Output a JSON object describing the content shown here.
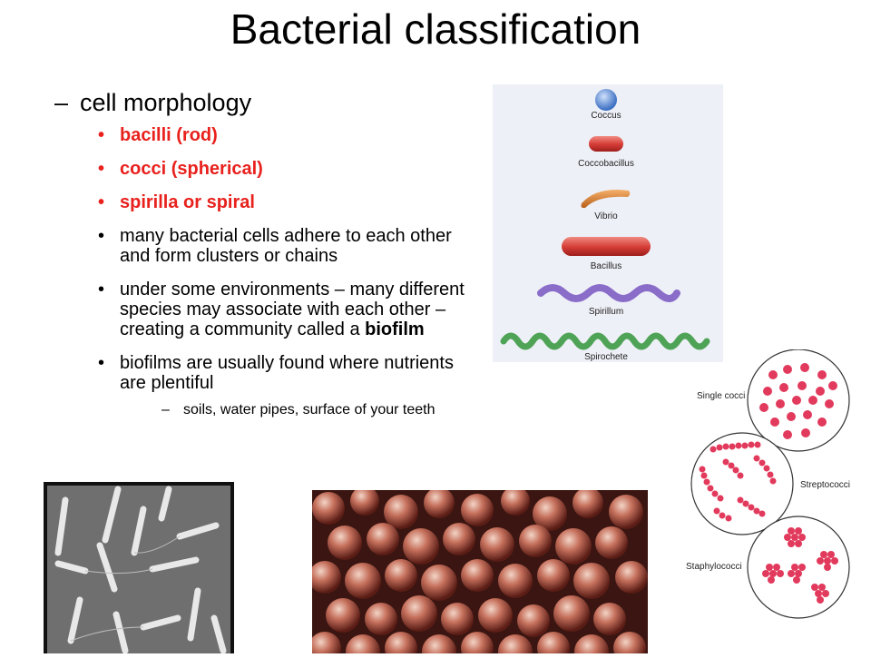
{
  "title": "Bacterial classification",
  "section": {
    "dash": "–",
    "heading": "cell morphology",
    "bullet": "•",
    "items": [
      "bacilli (rod)",
      "cocci (spherical)",
      "spirilla or spiral",
      "many bacterial cells adhere to each other and form clusters or chains"
    ],
    "item5_before": "under some environments – many different species may associate with each other – creating a community called a ",
    "item5_bold": "biofilm",
    "item6": "biofilms are usually found where nutrients are plentiful",
    "sub_dash": "–",
    "sub_item": "soils, water pipes, surface of your teeth"
  },
  "morphology_figure": {
    "labels": [
      "Coccus",
      "Coccobacillus",
      "Vibrio",
      "Bacillus",
      "Spirillum",
      "Spirochete"
    ]
  },
  "arrangement_figure": {
    "labels": [
      "Single cocci",
      "Streptococci",
      "Staphylococci"
    ]
  },
  "colors": {
    "highlight_red": "#e8211d",
    "coccus_blue": "#5b8fd6",
    "cell_red": "#d43b35",
    "vibrio_orange": "#d9792a",
    "spirillum_purple": "#8a6cc9",
    "spirochete_green": "#4fa356",
    "cocci_pink": "#e23a5c"
  }
}
